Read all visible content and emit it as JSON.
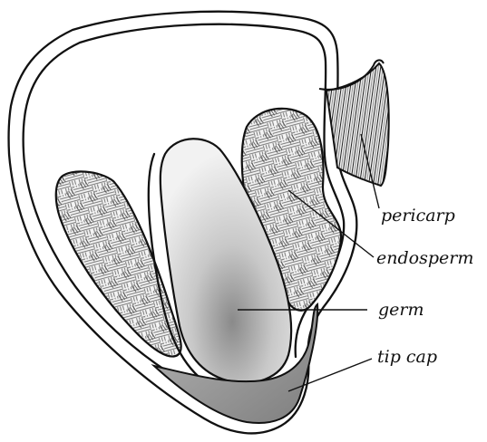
{
  "labels": {
    "pericarp": "pericarp",
    "endosperm": "endosperm",
    "germ": "germ",
    "tip_cap": "tip cap"
  }
}
